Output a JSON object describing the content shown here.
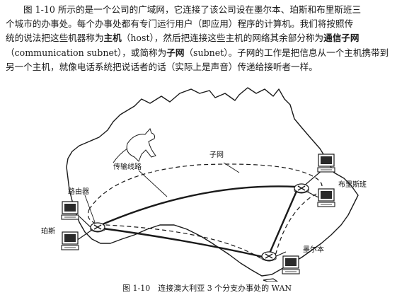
{
  "text": {
    "line1_a": "图 1-10 所示的是一个公司的广域网，它连接了该公司设在墨尔本、珀斯和布里斯班三",
    "line2_a": "个城市的办事处。每个办事处都有专门运行用户（即应用）程序的计算机。我们将按照传",
    "line3_a": "统的说法把这些机器称为",
    "line3_b": "主机",
    "line3_c": "（host），然后把连接这些主机的网络其余部分称为",
    "line3_d": "通信子网",
    "line4_a": "（communication subnet），或简称为",
    "line4_b": "子网",
    "line4_c": "（subnet）。子网的工作是把信息从一个主机携带到",
    "line5_a": "另一个主机，就像电话系统把说话者的话（实际上是声音）传递给接听者一样。"
  },
  "figure": {
    "labels": {
      "subnet": "子网",
      "transmission_line": "传输线路",
      "router": "路由器",
      "brisbane": "布里斯班",
      "perth": "珀斯",
      "melbourne": "墨尔本"
    },
    "caption": "图 1-10　连接澳大利亚 3 个分支办事处的 WAN"
  },
  "colors": {
    "ink": "#1a1a1a",
    "paper": "#ffffff",
    "monitor": "#2a2a2a"
  }
}
